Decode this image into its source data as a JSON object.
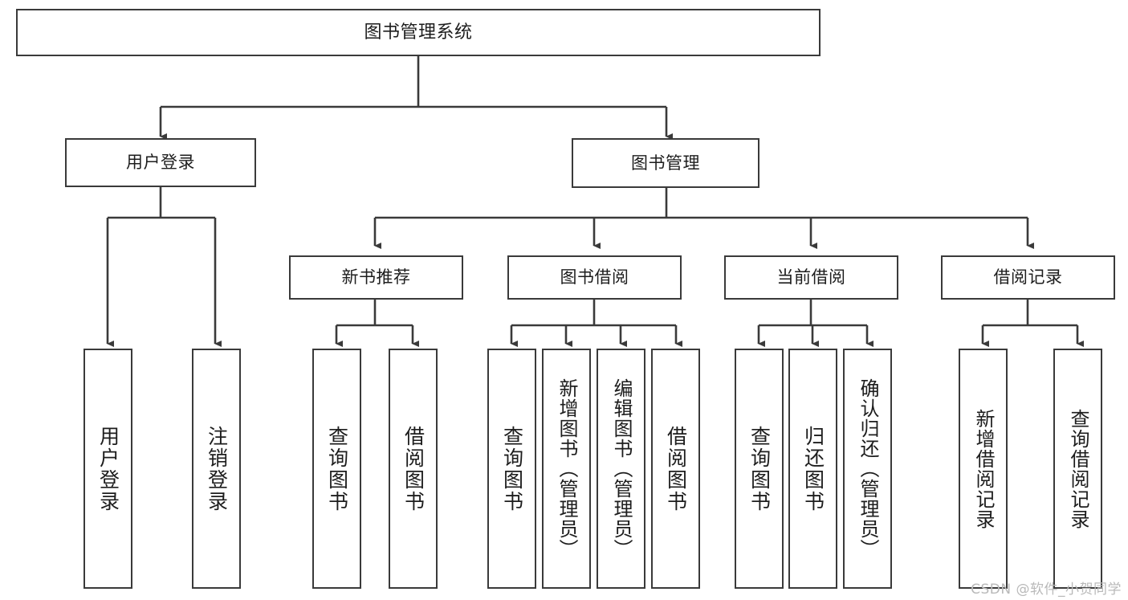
{
  "diagram": {
    "title": "图书管理系统",
    "type": "functional-structure-tree",
    "watermark": "CSDN @软件_小贺同学",
    "colors": {
      "stroke": "#3a3a3a",
      "fill": "#ffffff",
      "text": "#1d1d1d",
      "watermark": "#b9b9b9"
    },
    "levels": {
      "level1": "系统",
      "level2": "模块",
      "level3": "子模块",
      "level4": "功能"
    },
    "nodes": {
      "root": {
        "label": "图书管理系统"
      },
      "level2": [
        {
          "id": "user-login",
          "label": "用户登录"
        },
        {
          "id": "book-manage",
          "label": "图书管理"
        }
      ],
      "level3": [
        {
          "id": "new-book-rec",
          "label": "新书推荐",
          "parent": "book-manage"
        },
        {
          "id": "book-borrow",
          "label": "图书借阅",
          "parent": "book-manage"
        },
        {
          "id": "current-borrow",
          "label": "当前借阅",
          "parent": "book-manage"
        },
        {
          "id": "borrow-record",
          "label": "借阅记录",
          "parent": "book-manage"
        }
      ],
      "level4": [
        {
          "id": "leaf-1",
          "label": "用户登录",
          "parent": "user-login"
        },
        {
          "id": "leaf-2",
          "label": "注销登录",
          "parent": "user-login"
        },
        {
          "id": "leaf-3",
          "label": "查询图书",
          "parent": "new-book-rec"
        },
        {
          "id": "leaf-4",
          "label": "借阅图书",
          "parent": "new-book-rec"
        },
        {
          "id": "leaf-5",
          "label": "查询图书",
          "parent": "book-borrow"
        },
        {
          "id": "leaf-6",
          "label": "新增图书（管理员）",
          "parent": "book-borrow"
        },
        {
          "id": "leaf-7",
          "label": "编辑图书（管理员）",
          "parent": "book-borrow"
        },
        {
          "id": "leaf-8",
          "label": "借阅图书",
          "parent": "book-borrow"
        },
        {
          "id": "leaf-9",
          "label": "查询图书",
          "parent": "current-borrow"
        },
        {
          "id": "leaf-10",
          "label": "归还图书",
          "parent": "current-borrow"
        },
        {
          "id": "leaf-11",
          "label": "确认归还（管理员）",
          "parent": "current-borrow"
        },
        {
          "id": "leaf-12",
          "label": "新增借阅记录",
          "parent": "borrow-record"
        },
        {
          "id": "leaf-13",
          "label": "查询借阅记录",
          "parent": "borrow-record"
        }
      ]
    }
  }
}
